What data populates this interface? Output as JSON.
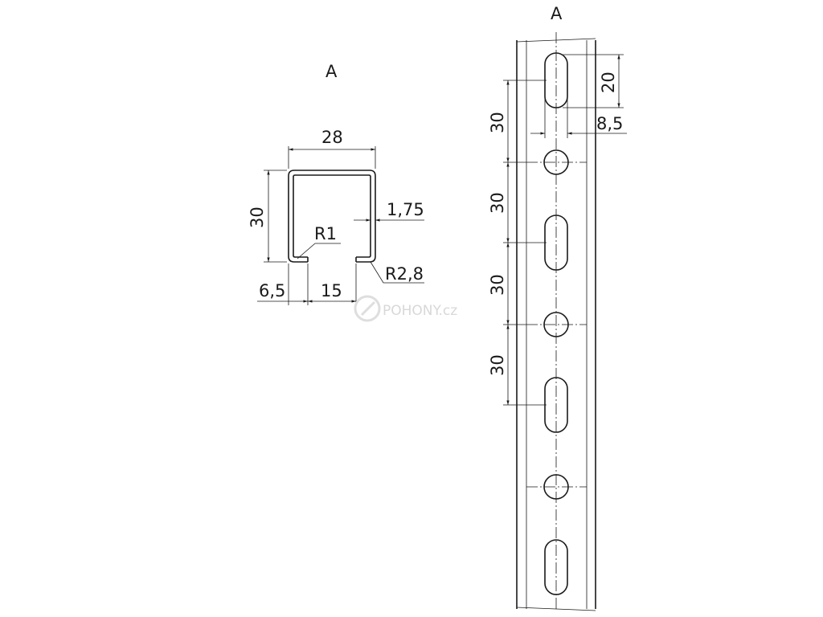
{
  "section_view": {
    "label": "A",
    "width": "28",
    "height": "30",
    "thickness": "1,75",
    "inner_radius": "R1",
    "outer_radius": "R2,8",
    "lip_width": "6,5",
    "opening": "15"
  },
  "rail_view": {
    "label": "A",
    "slot_length": "20",
    "hole_diameter": "8,5",
    "pitch_labels": [
      "30",
      "30",
      "30",
      "30"
    ]
  },
  "watermark": {
    "text": "POHONY.cz"
  }
}
